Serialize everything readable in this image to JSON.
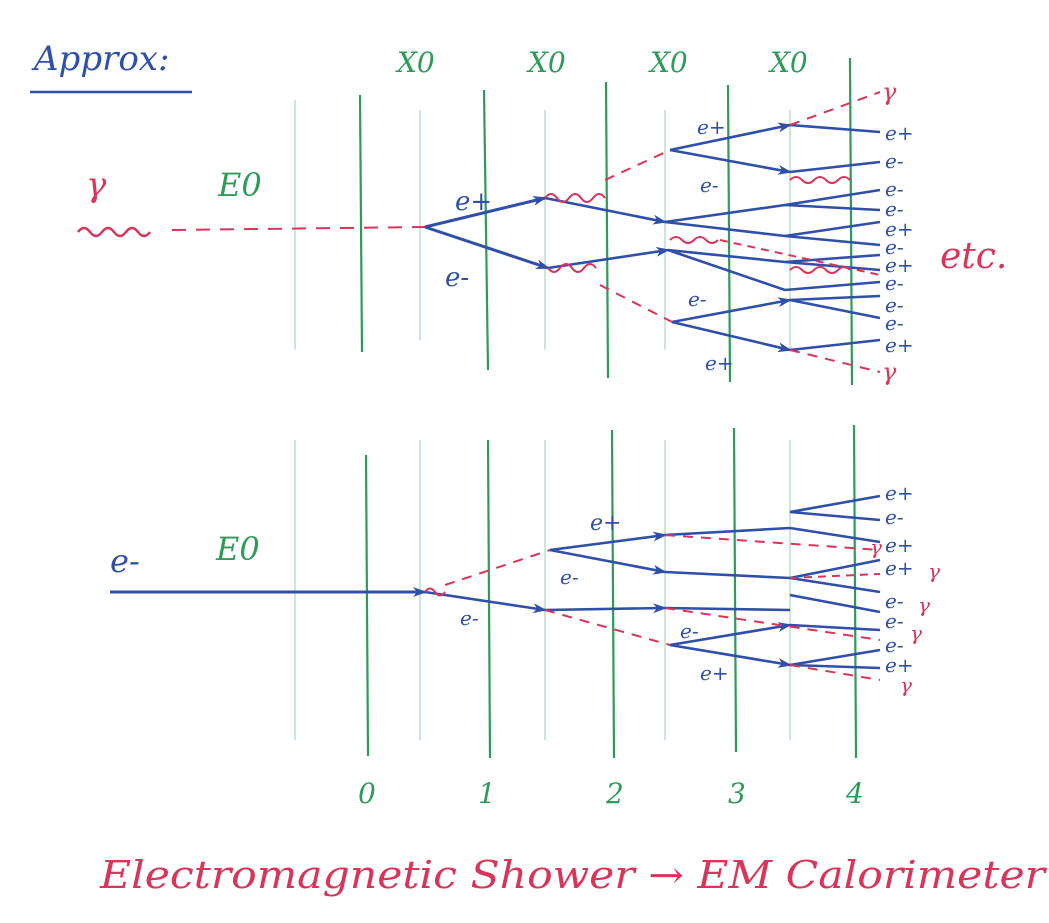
{
  "header": {
    "title": "Approx:"
  },
  "radiation_length_labels": [
    "X0",
    "X0",
    "X0",
    "X0"
  ],
  "layer_numbers": [
    "0",
    "1",
    "2",
    "3",
    "4"
  ],
  "top_panel": {
    "incoming_particle": "γ",
    "energy_label": "E0",
    "first_pair": [
      "e+",
      "e-"
    ],
    "second_gen_labels": [
      "e+",
      "e-",
      "e-",
      "e+"
    ],
    "outgoing_labels": [
      "γ",
      "e+",
      "e-",
      "e-",
      "e-",
      "e+",
      "e-",
      "e+",
      "e-",
      "e-",
      "e-",
      "e+",
      "γ"
    ],
    "etc_label": "etc."
  },
  "bottom_panel": {
    "incoming_particle": "e-",
    "energy_label": "E0",
    "gen_labels": [
      "e+",
      "e-",
      "e-",
      "e-",
      "e+"
    ],
    "outgoing_labels": [
      "e+",
      "e-",
      "e+",
      "e+",
      "e-",
      "e-",
      "e-",
      "e+"
    ],
    "outgoing_gamma_labels": [
      "γ",
      "γ",
      "γ",
      "γ",
      "γ"
    ]
  },
  "caption": "Electromagnetic Shower → EM Calorimeter",
  "colors": {
    "blue": "#2f4fa8",
    "green": "#2e9b5a",
    "pink": "#d9345a",
    "faint_green": "#b9e0c6"
  }
}
